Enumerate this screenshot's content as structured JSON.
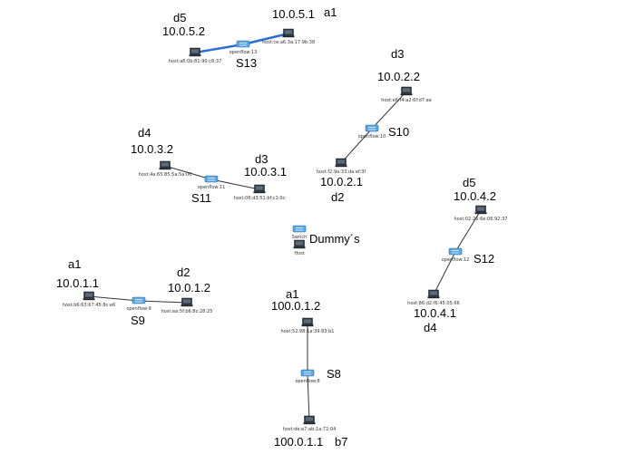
{
  "colors": {
    "link": "#333333",
    "highlight": "#2a6fd6",
    "switch": "#5aa8e6",
    "host": "#2f3a46"
  },
  "nodes": [
    {
      "id": "s13",
      "type": "switch",
      "tag": "openflow:13"
    },
    {
      "id": "h13a",
      "type": "host",
      "tag": "host:a6:0b:81:90:c8:37"
    },
    {
      "id": "h13b",
      "type": "host",
      "tag": "host:ce:a6:3a:17:9b:38"
    },
    {
      "id": "s10",
      "type": "switch",
      "tag": "openflow:10"
    },
    {
      "id": "h10a",
      "type": "host",
      "tag": "host:e6:f4:a2:6f:d7:ae"
    },
    {
      "id": "h10b",
      "type": "host",
      "tag": "host:f2:9a:33:da:ef:3f"
    },
    {
      "id": "s11",
      "type": "switch",
      "tag": "openflow:11"
    },
    {
      "id": "h11a",
      "type": "host",
      "tag": "host:4a:65:85:5a:5a:00"
    },
    {
      "id": "h11b",
      "type": "host",
      "tag": "host:06:d3:51:bf:c1:0c"
    },
    {
      "id": "s12",
      "type": "switch",
      "tag": "openflow:12"
    },
    {
      "id": "h12a",
      "type": "host",
      "tag": "host:02:26:6e:06:92:37"
    },
    {
      "id": "h12b",
      "type": "host",
      "tag": "host:86:d2:f6:45:05:66"
    },
    {
      "id": "s9",
      "type": "switch",
      "tag": "openflow:9"
    },
    {
      "id": "h9a",
      "type": "host",
      "tag": "host:b6:63:67:45:8c:e6"
    },
    {
      "id": "h9b",
      "type": "host",
      "tag": "host:ea:5f:b6:8c:28:25"
    },
    {
      "id": "s8",
      "type": "switch",
      "tag": "openflow:8"
    },
    {
      "id": "h8a",
      "type": "host",
      "tag": "host:52:98:1a:39:83:b1"
    },
    {
      "id": "h8b",
      "type": "host",
      "tag": "host:de:e7:ab:1a:72:04"
    },
    {
      "id": "legend-switch",
      "type": "switch",
      "tag": "Switch"
    },
    {
      "id": "legend-host",
      "type": "host",
      "tag": "Host"
    }
  ],
  "edges": [
    {
      "from": "h13a",
      "to": "s13",
      "highlight": true
    },
    {
      "from": "s13",
      "to": "h13b",
      "highlight": true
    },
    {
      "from": "h10a",
      "to": "s10",
      "highlight": false
    },
    {
      "from": "s10",
      "to": "h10b",
      "highlight": false
    },
    {
      "from": "h11a",
      "to": "s11",
      "highlight": false
    },
    {
      "from": "s11",
      "to": "h11b",
      "highlight": false
    },
    {
      "from": "h12a",
      "to": "s12",
      "highlight": false
    },
    {
      "from": "s12",
      "to": "h12b",
      "highlight": false
    },
    {
      "from": "h9a",
      "to": "s9",
      "highlight": false
    },
    {
      "from": "s9",
      "to": "h9b",
      "highlight": false
    },
    {
      "from": "h8a",
      "to": "s8",
      "highlight": false
    },
    {
      "from": "s8",
      "to": "h8b",
      "highlight": false
    }
  ],
  "labels": [
    "d5",
    "10.0.5.2",
    "10.0.5.1",
    "a1",
    "S13",
    "d3",
    "10.0.2.2",
    "S10",
    "10.0.2.1",
    "d2",
    "d4",
    "10.0.3.2",
    "d3",
    "10.0.3.1",
    "S11",
    "Dummy´s",
    "d5",
    "10.0.4.2",
    "S12",
    "10.0.4.1",
    "d4",
    "a1",
    "10.0.1.1",
    "d2",
    "10.0.1.2",
    "S9",
    "a1",
    "100.0.1.2",
    "S8",
    "100.0.1.1",
    "b7"
  ]
}
